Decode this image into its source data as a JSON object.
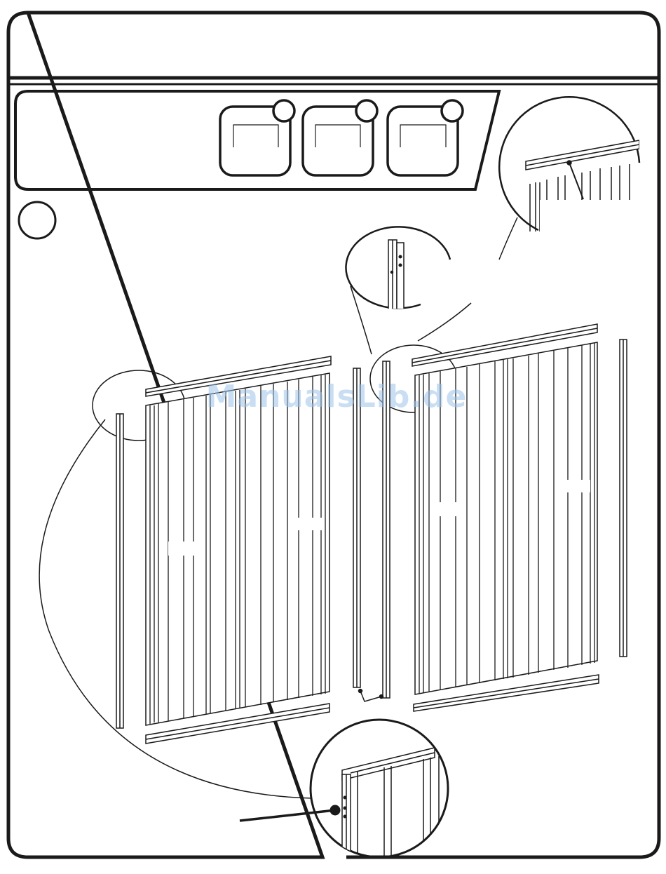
{
  "watermark": {
    "text": "ManualsLib.de"
  },
  "colors": {
    "ink": "#1a1a1a",
    "paper": "#ffffff",
    "watermark": "#9ec4ea"
  },
  "header": {
    "title": ""
  },
  "parts_bar": {
    "boxes": [
      {
        "id": "part-a"
      },
      {
        "id": "part-b"
      },
      {
        "id": "part-c"
      }
    ]
  },
  "step": {
    "number": ""
  },
  "icons": [
    "assembly-diagram",
    "detail-callout",
    "part-icon"
  ]
}
